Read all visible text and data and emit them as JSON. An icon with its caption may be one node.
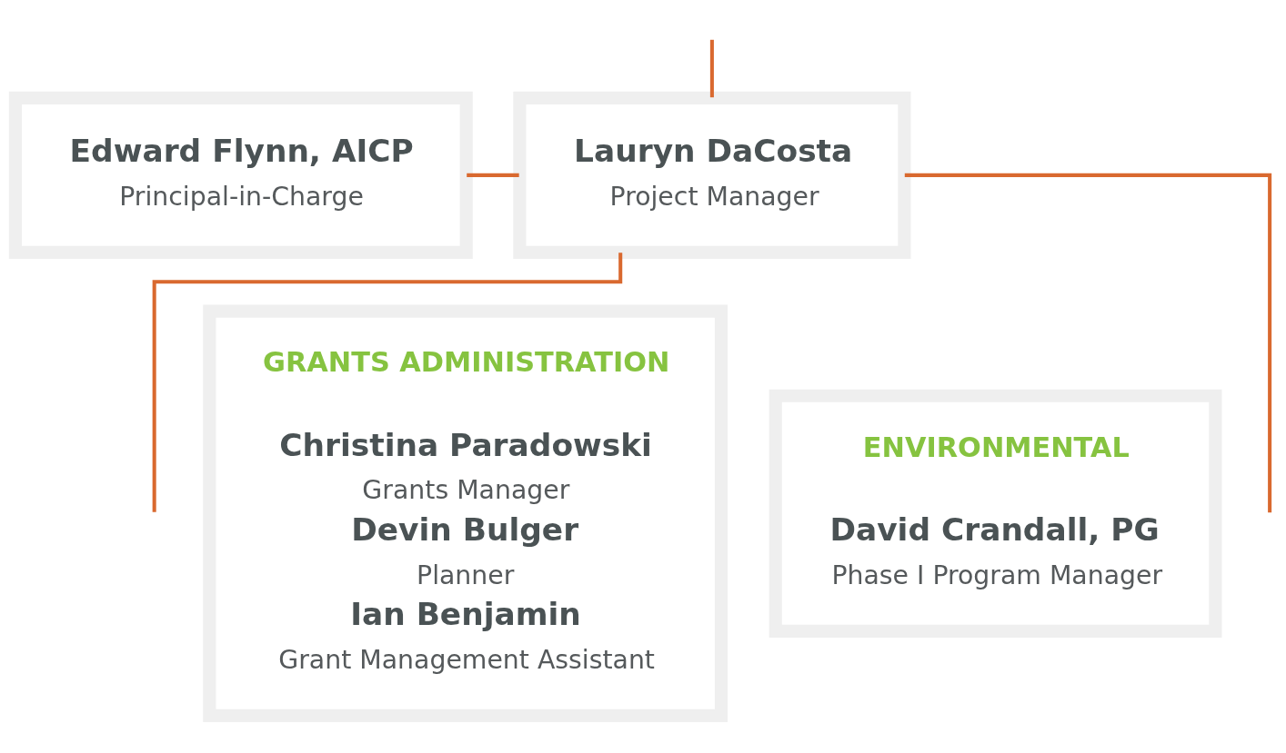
{
  "diagram": {
    "nodes": [
      {
        "text": [
          "Edward Flynn, AICP",
          "Principal-in-Charge"
        ]
      },
      {
        "text": [
          "Lauryn DaCosta",
          "Project Manager"
        ]
      },
      {
        "text": [
          "GRANTS ADMINISTRATION",
          "Christina Paradowski",
          "Grants Manager",
          "Devin Bulger",
          "Planner",
          "Ian Benjamin",
          "Grant Management Assistant"
        ]
      },
      {
        "text": [
          "ENVIRONMENTAL",
          "David Crandall, PG",
          "Phase I Program Manager"
        ]
      }
    ],
    "edges": [
      {
        "from": null,
        "to": 1,
        "arrow": "none"
      },
      {
        "from": 0,
        "to": 1,
        "arrow": "none"
      },
      {
        "from": 1,
        "to": null,
        "arrow": "none"
      },
      {
        "from": 1,
        "to": null,
        "arrow": "none"
      }
    ]
  }
}
